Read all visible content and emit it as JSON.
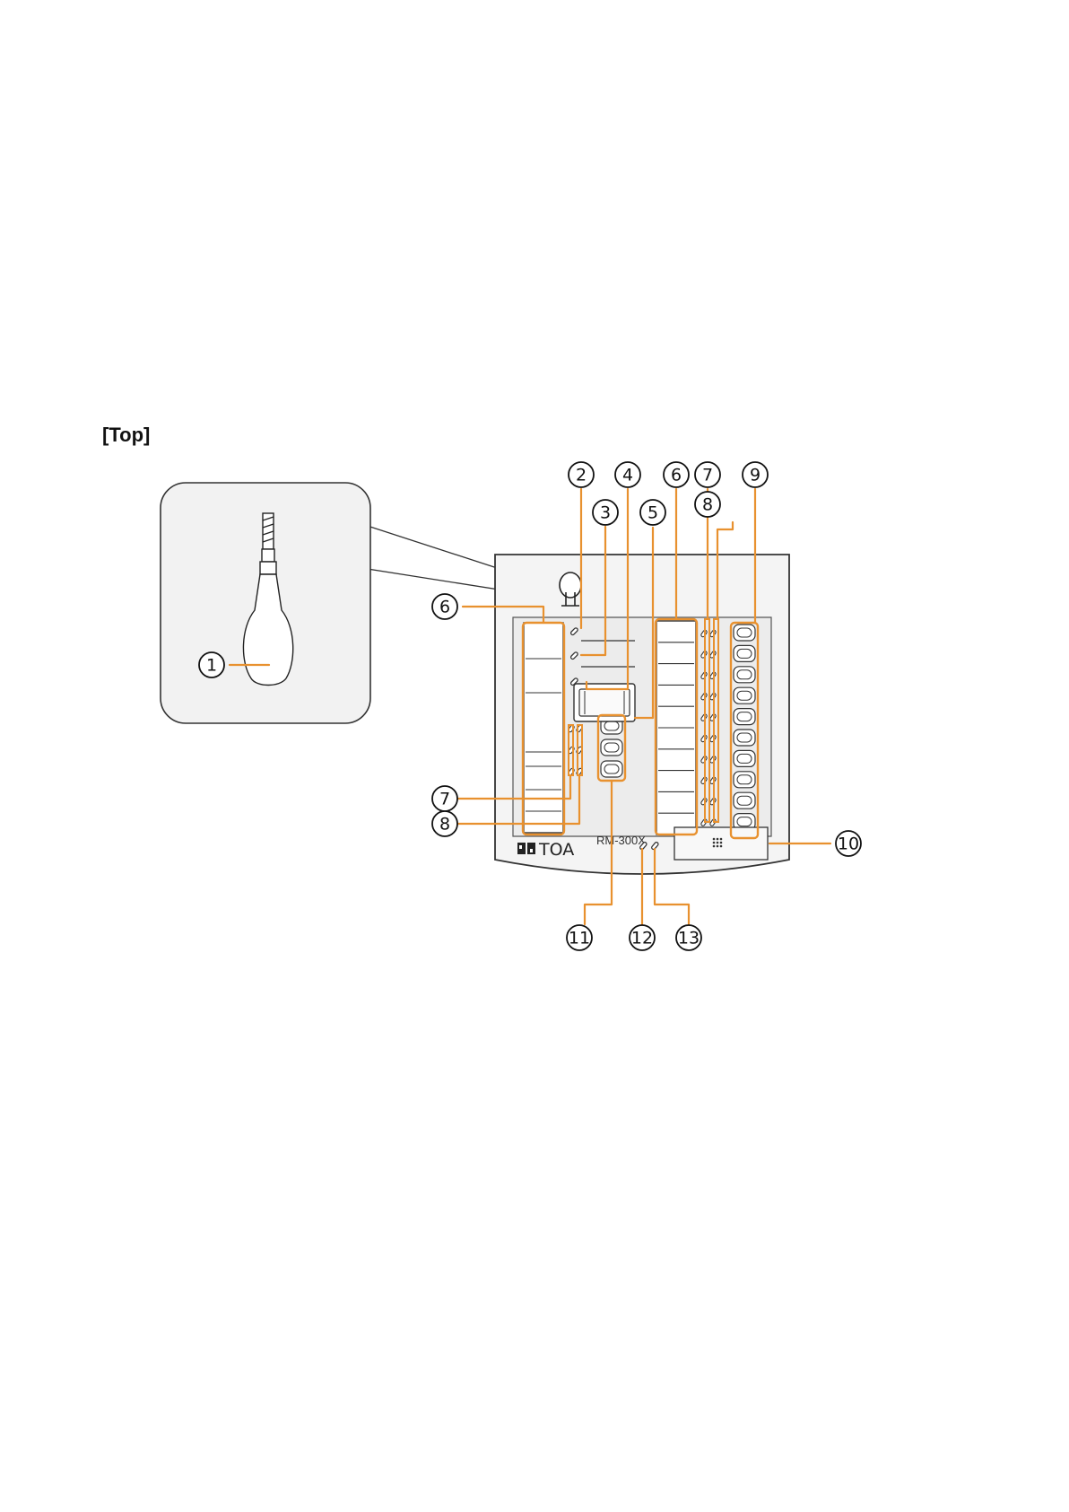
{
  "section_title": "[Top]",
  "device": {
    "brand": "TOA",
    "model": "RM-300X"
  },
  "callouts": [
    "1",
    "2",
    "3",
    "4",
    "5",
    "6",
    "6",
    "7",
    "7",
    "8",
    "8",
    "9",
    "10",
    "11",
    "12",
    "13"
  ],
  "colors": {
    "leader": "#E8912F",
    "outline": "#333333",
    "panel_fill": "#EFEFEF",
    "background": "#FFFFFF"
  }
}
